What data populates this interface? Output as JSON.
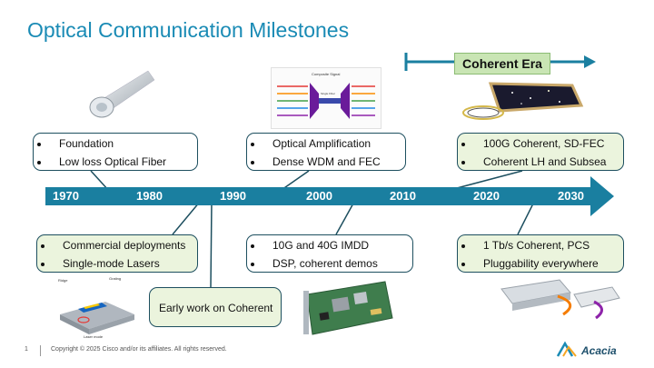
{
  "title": "Optical Communication Milestones",
  "era": {
    "label": "Coherent Era"
  },
  "timeline": {
    "years": [
      "1970",
      "1980",
      "1990",
      "2000",
      "2010",
      "2020",
      "2030"
    ]
  },
  "callouts_top": [
    {
      "items": [
        "Foundation",
        "Low loss Optical Fiber"
      ]
    },
    {
      "items": [
        "Optical Amplification",
        "Dense WDM and FEC"
      ]
    },
    {
      "items": [
        "100G Coherent, SD-FEC",
        "Coherent LH and Subsea"
      ]
    }
  ],
  "callouts_bottom": [
    {
      "items": [
        "Commercial deployments",
        "Single-mode Lasers"
      ]
    },
    {
      "items": [
        "10G and 40G IMDD",
        "DSP, coherent demos"
      ]
    },
    {
      "items": [
        "1 Tb/s Coherent, PCS",
        "Pluggability everywhere"
      ]
    }
  ],
  "single_callout": "Early work on Coherent",
  "wdm_diagram": {
    "title": "Composite Signal",
    "center_label": "Single Fiber"
  },
  "laser_diagram": {
    "labels": [
      "Ridge",
      "Grating",
      "Laser mode"
    ]
  },
  "footer": {
    "page": "1",
    "copyright": "Copyright © 2025 Cisco and/or its affiliates. All rights reserved."
  },
  "logo": {
    "text": "Acacia"
  },
  "colors": {
    "title": "#1a8bb5",
    "arrow": "#1a7fa0",
    "green_box": "#ebf4dd",
    "era_box": "#c9e5b4",
    "box_border": "#1d4f5f"
  }
}
